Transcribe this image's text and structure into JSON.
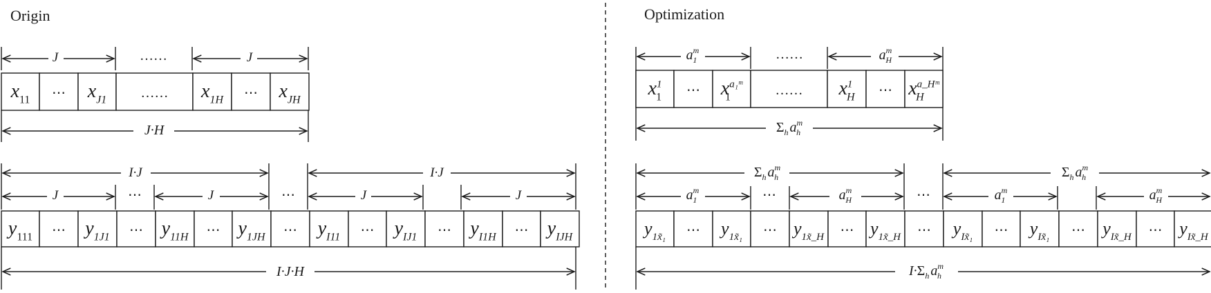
{
  "left": {
    "heading": "Origin",
    "dim_j": "J",
    "dots_gap": "……",
    "dim_jh": "J·H",
    "x_cells": [
      {
        "base": "x",
        "sub": "11",
        "sup": ""
      },
      {
        "base": "⋯",
        "sub": "",
        "sup": ""
      },
      {
        "base": "x",
        "sub": "J1",
        "sup": ""
      },
      {
        "base": "……",
        "sub": "",
        "sup": ""
      },
      {
        "base": "x",
        "sub": "1H",
        "sup": ""
      },
      {
        "base": "⋯",
        "sub": "",
        "sup": ""
      },
      {
        "base": "x",
        "sub": "JH",
        "sup": ""
      }
    ],
    "dim_ij": "I·J",
    "dots": "⋯",
    "dim_ijh": "I·J·H",
    "y_cells": [
      {
        "base": "y",
        "sub": "111",
        "sup": ""
      },
      {
        "base": "⋯",
        "sub": "",
        "sup": ""
      },
      {
        "base": "y",
        "sub": "1J1",
        "sup": ""
      },
      {
        "base": "⋯",
        "sub": "",
        "sup": ""
      },
      {
        "base": "y",
        "sub": "11H",
        "sup": ""
      },
      {
        "base": "⋯",
        "sub": "",
        "sup": ""
      },
      {
        "base": "y",
        "sub": "1JH",
        "sup": ""
      },
      {
        "base": "⋯",
        "sub": "",
        "sup": ""
      },
      {
        "base": "y",
        "sub": "I11",
        "sup": ""
      },
      {
        "base": "⋯",
        "sub": "",
        "sup": ""
      },
      {
        "base": "y",
        "sub": "IJ1",
        "sup": ""
      },
      {
        "base": "⋯",
        "sub": "",
        "sup": ""
      },
      {
        "base": "y",
        "sub": "I1H",
        "sup": ""
      },
      {
        "base": "⋯",
        "sub": "",
        "sup": ""
      },
      {
        "base": "y",
        "sub": "IJH",
        "sup": ""
      }
    ]
  },
  "right": {
    "heading": "Optimization",
    "dim_a1": {
      "base": "a",
      "sub": "1",
      "sup": "m"
    },
    "dim_aH": {
      "base": "a",
      "sub": "H",
      "sup": "m"
    },
    "dots_gap": "……",
    "sum_label": {
      "base": "Σ",
      "sub": "h",
      "sup": "m",
      "var": "a",
      "varsub": "h"
    },
    "x_cells": [
      {
        "base": "x",
        "sub": "1",
        "sup": "1"
      },
      {
        "base": "⋯",
        "sub": "",
        "sup": ""
      },
      {
        "base": "x",
        "sub": "1",
        "sup": "a₁ᵐ"
      },
      {
        "base": "……",
        "sub": "",
        "sup": ""
      },
      {
        "base": "x",
        "sub": "H",
        "sup": "1"
      },
      {
        "base": "⋯",
        "sub": "",
        "sup": ""
      },
      {
        "base": "x",
        "sub": "H",
        "sup": "a_Hᵐ"
      }
    ],
    "dots": "⋯",
    "total_prefix": "I·",
    "y_cells": [
      {
        "base": "y",
        "sub": "1x̃₁",
        "sup": ""
      },
      {
        "base": "⋯",
        "sub": "",
        "sup": ""
      },
      {
        "base": "y",
        "sub": "1x̃₁",
        "sup": ""
      },
      {
        "base": "⋯",
        "sub": "",
        "sup": ""
      },
      {
        "base": "y",
        "sub": "1x̃_H",
        "sup": ""
      },
      {
        "base": "⋯",
        "sub": "",
        "sup": ""
      },
      {
        "base": "y",
        "sub": "1x̃_H",
        "sup": ""
      },
      {
        "base": "⋯",
        "sub": "",
        "sup": ""
      },
      {
        "base": "y",
        "sub": "Ix̃₁",
        "sup": ""
      },
      {
        "base": "⋯",
        "sub": "",
        "sup": ""
      },
      {
        "base": "y",
        "sub": "Ix̃₁",
        "sup": ""
      },
      {
        "base": "⋯",
        "sub": "",
        "sup": ""
      },
      {
        "base": "y",
        "sub": "Ix̃_H",
        "sup": ""
      },
      {
        "base": "⋯",
        "sub": "",
        "sup": ""
      },
      {
        "base": "y",
        "sub": "Ix̃_H",
        "sup": ""
      }
    ]
  }
}
